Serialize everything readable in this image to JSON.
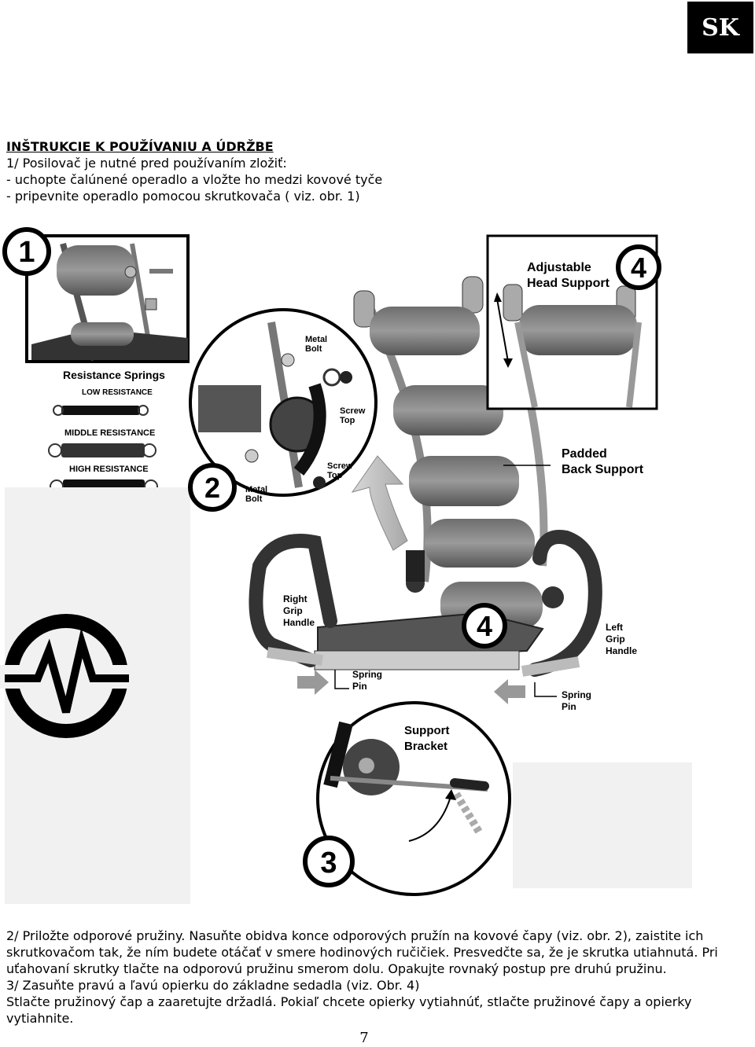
{
  "badge": "SK",
  "intro": {
    "title": "INŠTRUKCIE K POUŽÍVANIU A ÚDRŽBE",
    "lines": [
      "1/ Posilovač je nutné pred používaním zložiť:",
      "- uchopte čalúnené operadlo a vložte ho medzi kovové tyče",
      "- pripevnite operadlo pomocou skrutkovača ( viz. obr. 1)"
    ]
  },
  "figure": {
    "step_numbers": [
      "1",
      "2",
      "3",
      "4",
      "4"
    ],
    "labels": {
      "adjustable_head_support": [
        "Adjustable",
        "Head Support"
      ],
      "resistance_springs": "Resistance Springs",
      "low_resistance": "LOW RESISTANCE",
      "middle_resistance": "MIDDLE RESISTANCE",
      "high_resistance": "HIGH RESISTANCE",
      "metal_bolt_top": [
        "Metal",
        "Bolt"
      ],
      "screw_top_1": [
        "Screw",
        "Top"
      ],
      "screw_top_2": [
        "Screw",
        "Top"
      ],
      "metal_bolt_bottom": [
        "Metal",
        "Bolt"
      ],
      "padded_back_support": [
        "Padded",
        "Back Support"
      ],
      "right_grip_handle": [
        "Right",
        "Grip",
        "Handle"
      ],
      "left_grip_handle": [
        "Left",
        "Grip",
        "Handle"
      ],
      "spring_pin_1": [
        "Spring",
        "Pin"
      ],
      "spring_pin_2": [
        "Spring",
        "Pin"
      ],
      "support_bracket": [
        "Support",
        "Bracket"
      ]
    }
  },
  "body": {
    "lines": [
      "2/ Priložte odporové pružiny. Nasuňte obidva konce odporových pružín na kovové čapy (viz. obr. 2), zaistite ich",
      "skrutkovačom tak, že ním budete otáčať v smere hodinových ručičiek. Presvedčte sa, že je skrutka utiahnutá. Pri",
      "uťahovaní skrutky tlačte na odporovú pružinu smerom dolu. Opakujte rovnaký postup pre druhú pružinu.",
      "3/ Zasuňte pravú a ľavú opierku do základne sedadla (viz. Obr. 4)",
      "Stlačte pružinový čap a zaaretujte držadlá. Pokiaľ chcete opierky vytiahnúť, stlačte pružinové čapy a opierky vytiahnite."
    ]
  },
  "page_number": "7"
}
